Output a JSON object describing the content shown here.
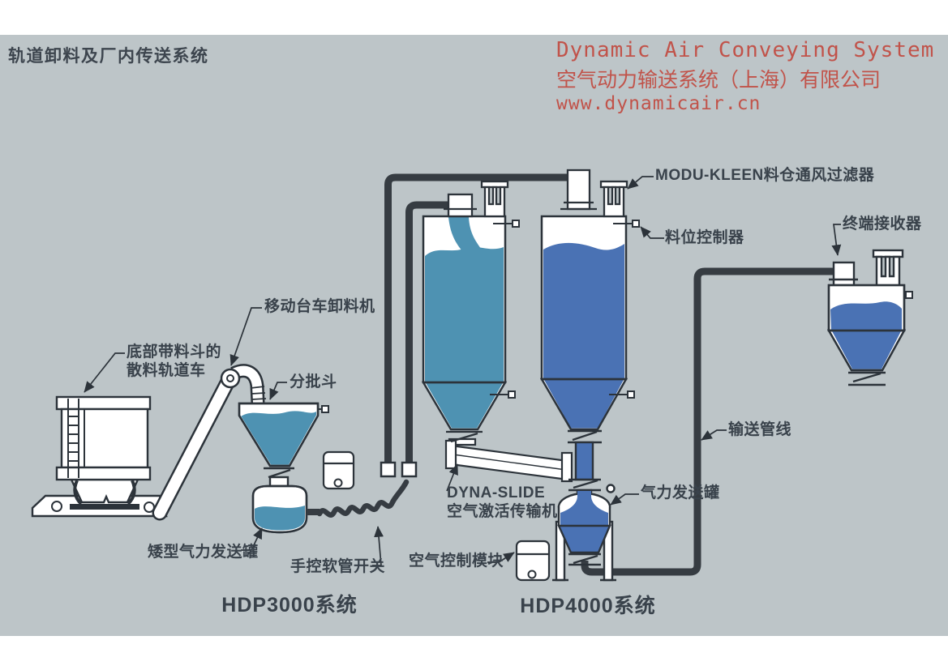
{
  "header": {
    "title": "轨道卸料及厂内传送系统",
    "brand": {
      "line1": "Dynamic Air Conveying System",
      "line2": "空气动力输送系统（上海）有限公司",
      "line3": "www.dynamicair.cn"
    }
  },
  "labels": {
    "railcar": "底部带料斗的\n散料轨道车",
    "unloader": "移动台车卸料机",
    "batch_hopper": "分批斗",
    "low_transporter": "矮型气力发送罐",
    "hose_switch": "手控软管开关",
    "system_left": "HDP3000系统",
    "air_module": "空气控制模块",
    "system_right": "HDP4000系统",
    "dyna_slide": "DYNA-SLIDE\n空气激活传输机",
    "transporter": "气力发送罐",
    "bin_vent_filter": "MODU-KLEEN料仓通风过滤器",
    "level_controller": "料位控制器",
    "receiver": "终端接收器",
    "pipeline": "输送管线"
  },
  "colors": {
    "panel": "#bdc5c8",
    "ink": "#39424b",
    "ink_strong": "#3d454e",
    "brand": "#c1534a",
    "outline": "#2c333a",
    "pipe": "#363c42",
    "teal": "#4e92b2",
    "blue": "#4a72b4"
  }
}
